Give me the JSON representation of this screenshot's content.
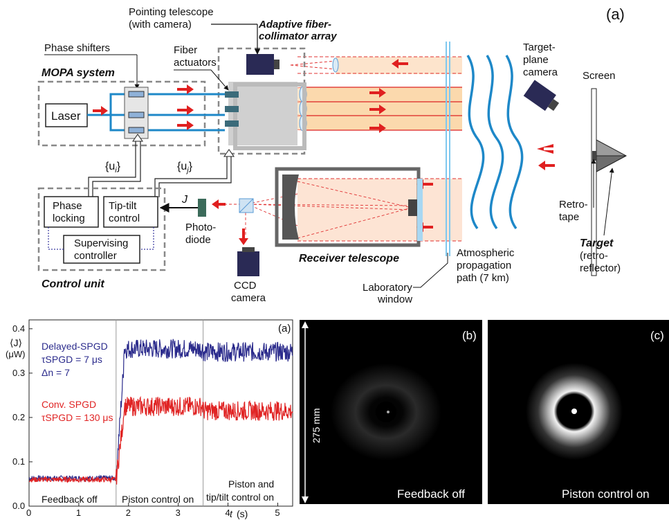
{
  "top_diagram": {
    "panel_label": "(a)",
    "pointing_telescope": [
      "Pointing telescope",
      "(with camera)"
    ],
    "adaptive_array": [
      "Adaptive fiber-",
      "collimator array"
    ],
    "phase_shifters": "Phase shifters",
    "fiber_actuators": [
      "Fiber",
      "actuators"
    ],
    "mopa": "MOPA system",
    "laser": "Laser",
    "u1": "{u",
    "u1_sub": "i",
    "u1_end": "}",
    "u2": "{u",
    "u2_sub": "j",
    "u2_end": "}",
    "phase_locking": [
      "Phase",
      "locking"
    ],
    "tiptilt": [
      "Tip-tilt",
      "control"
    ],
    "supervising": [
      "Supervising",
      "controller"
    ],
    "control_unit": "Control unit",
    "j_label": "J",
    "photodiode": [
      "Photo-",
      "diode"
    ],
    "ccd": [
      "CCD",
      "camera"
    ],
    "receiver": "Receiver telescope",
    "lab_window": [
      "Laboratory",
      "window"
    ],
    "atmo": [
      "Atmospheric",
      "propagation",
      "path (7 km)"
    ],
    "target_camera": [
      "Target-",
      "plane",
      "camera"
    ],
    "screen": "Screen",
    "retrotape": [
      "Retro-",
      "tape"
    ],
    "target": "Target",
    "target_sub": [
      "(retro-",
      "reflector)"
    ]
  },
  "chart_data": {
    "type": "line",
    "panel_label": "(a)",
    "ylabel": "⟨J⟩",
    "yunit": "(μW)",
    "xlabel_italic": "t",
    "xlabel_unit": "(s)",
    "xlim": [
      0,
      5.3
    ],
    "ylim": [
      0,
      0.42
    ],
    "xticks": [
      "0",
      "1",
      "2",
      "3",
      "4",
      "5"
    ],
    "yticks": [
      "0.0",
      "0.1",
      "0.2",
      "0.3",
      "0.4"
    ],
    "phase_dividers_s": [
      1.75,
      3.5
    ],
    "phase_labels": [
      "Feedback off",
      "Piston control on",
      "Piston and",
      "tip/tilt control on"
    ],
    "series": [
      {
        "name": "Delayed-SPGD",
        "color": "#2b2b8c",
        "params": [
          "τSPGD = 7 μs",
          "Δn = 7"
        ],
        "levels": [
          [
            0,
            1.75,
            0.063
          ],
          [
            1.75,
            3.5,
            0.355
          ],
          [
            3.5,
            5.3,
            0.348
          ]
        ]
      },
      {
        "name": "Conv. SPGD",
        "color": "#e02424",
        "params": [
          "τSPGD = 130 μs"
        ],
        "levels": [
          [
            0,
            1.75,
            0.06
          ],
          [
            1.75,
            3.5,
            0.225
          ],
          [
            3.5,
            5.3,
            0.215
          ]
        ]
      }
    ]
  },
  "images": {
    "b_label": "(b)",
    "c_label": "(c)",
    "b_caption": "Feedback off",
    "c_caption": "Piston control on",
    "scale": "275 mm"
  }
}
